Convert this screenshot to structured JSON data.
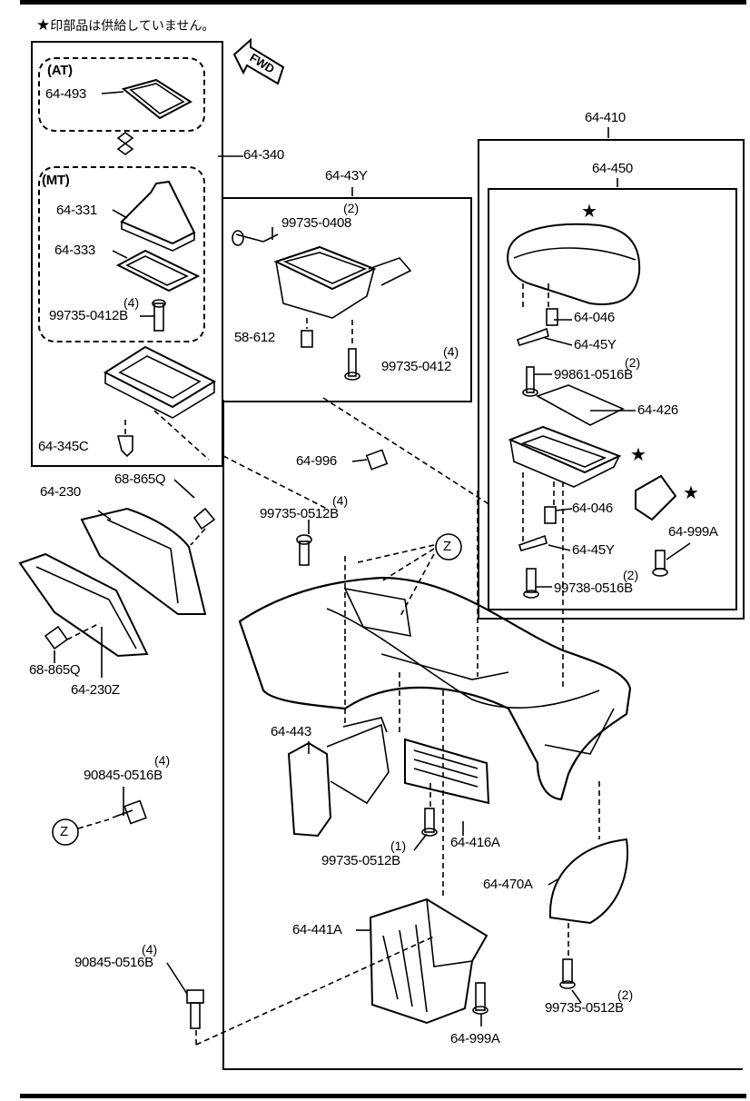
{
  "note": {
    "star": "★",
    "text": "印部品は供給していません。"
  },
  "fwd": "FWD",
  "labels": {
    "at": "(AT)",
    "mt": "(MT)",
    "p64_493": "64-493",
    "p64_340": "64-340",
    "p64_331": "64-331",
    "p64_333": "64-333",
    "p99735_0412b": "99735-0412B",
    "p64_345c": "64-345C",
    "p64_43y": "64-43Y",
    "p99735_0408": "99735-0408",
    "p58_612": "58-612",
    "p99735_0412": "99735-0412",
    "p64_410": "64-410",
    "p64_450": "64-450",
    "p64_046_a": "64-046",
    "p64_45y_a": "64-45Y",
    "p99861_0516b": "99861-0516B",
    "p64_426": "64-426",
    "p64_046_b": "64-046",
    "p64_45y_b": "64-45Y",
    "p64_999a_a": "64-999A",
    "p99738_0516b": "99738-0516B",
    "p64_996": "64-996",
    "p99735_0512b_a": "99735-0512B",
    "p68_865q_a": "68-865Q",
    "p64_230": "64-230",
    "p68_865q_b": "68-865Q",
    "p64_230z": "64-230Z",
    "p90845_0516b_a": "90845-0516B",
    "z_a": "Z",
    "z_b": "Z",
    "p64_443": "64-443",
    "p99735_0512b_b": "99735-0512B",
    "p64_416a": "64-416A",
    "p64_470a": "64-470A",
    "p64_441a": "64-441A",
    "p90845_0516b_b": "90845-0516B",
    "p64_999a_b": "64-999A",
    "p99735_0512b_c": "99735-0512B"
  },
  "quantities": {
    "q_0412b": "(4)",
    "q_0408": "(2)",
    "q_0412": "(4)",
    "q_99861": "(2)",
    "q_99738": "(2)",
    "q_0512b_a": "(4)",
    "q_90845_a": "(4)",
    "q_0512b_b": "(1)",
    "q_90845_b": "(4)",
    "q_0512b_c": "(2)"
  },
  "stars": {
    "s1": "★",
    "s2": "★",
    "s3": "★"
  }
}
